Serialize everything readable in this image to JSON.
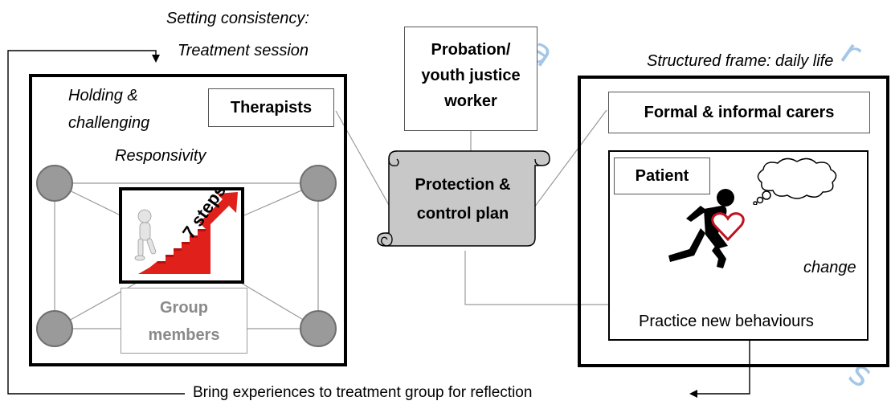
{
  "diagram": {
    "setting_consistency": "Setting consistency:",
    "treatment_session": "Treatment session",
    "holding_line1": "Holding &",
    "holding_line2": "challenging",
    "responsivity": "Responsivity",
    "therapists": "Therapists",
    "steps": "7 steps",
    "group_members_line1": "Group",
    "group_members_line2": "members",
    "probation_line1": "Probation/",
    "probation_line2": "youth justice",
    "probation_line3": "worker",
    "protection_line1": "Protection &",
    "protection_line2": "control plan",
    "structured_frame": "Structured frame: daily life",
    "carers": "Formal & informal carers",
    "patient": "Patient",
    "change": "change",
    "practice": "Practice new behaviours",
    "bring_experiences": "Bring experiences to treatment group for reflection"
  },
  "colors": {
    "arrow_red": "#e0201b",
    "heart_red": "#c0111f",
    "scroll_gray": "#c8c8c8",
    "circle_gray": "#9a9a9a",
    "watermark_blue": "#5b9bd5"
  },
  "icons": {
    "steps_image": "staircase-figure-icon",
    "runner": "running-person-icon",
    "heart": "heart-icon",
    "thought": "thought-cloud-icon"
  }
}
